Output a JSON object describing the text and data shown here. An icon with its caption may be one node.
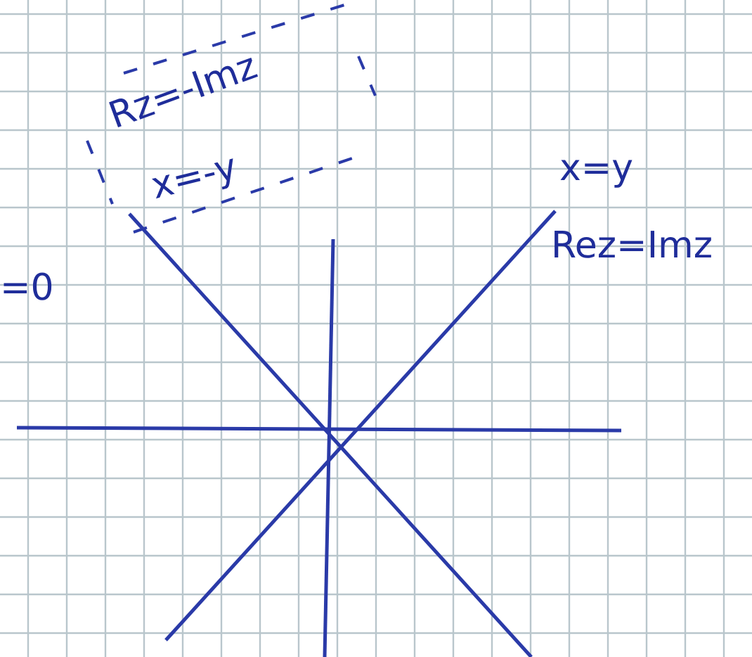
{
  "diagram": {
    "labels": [
      "Rz=-Imz",
      "x=y",
      "x=-y",
      "Rez=Imz",
      "=0"
    ]
  }
}
